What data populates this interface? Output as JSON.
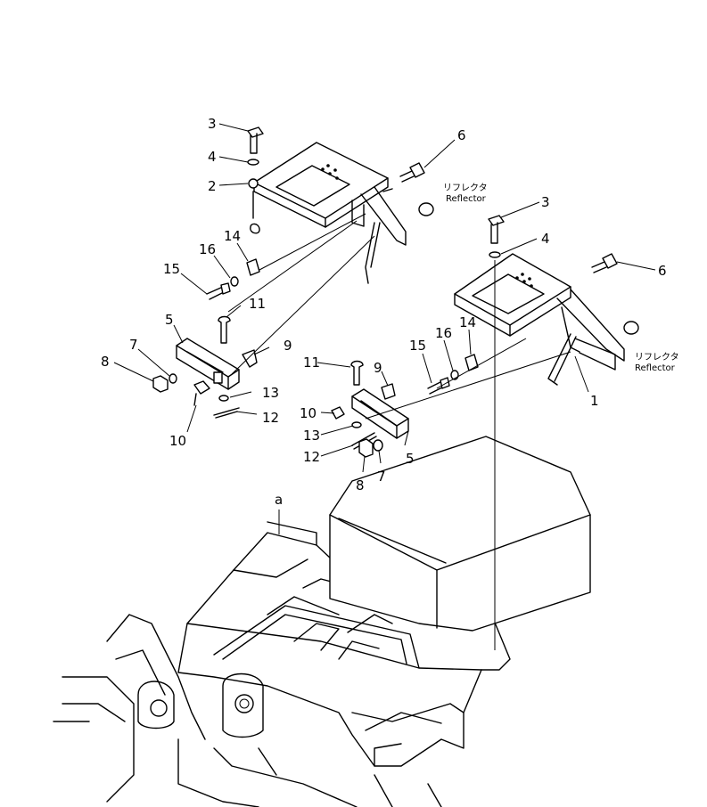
{
  "callouts": {
    "c1": "1",
    "c2": "2",
    "c3a": "3",
    "c3b": "3",
    "c4a": "4",
    "c4b": "4",
    "c5a": "5",
    "c5b": "5",
    "c6a": "6",
    "c6b": "6",
    "c7a": "7",
    "c7b": "7",
    "c8a": "8",
    "c8b": "8",
    "c9a": "9",
    "c9b": "9",
    "c10a": "10",
    "c10b": "10",
    "c11a": "11",
    "c11b": "11",
    "c12a": "12",
    "c12b": "12",
    "c13a": "13",
    "c13b": "13",
    "c14a": "14",
    "c14b": "14",
    "c15a": "15",
    "c15b": "15",
    "c16a": "16",
    "c16b": "16",
    "ref_a": "a"
  },
  "reflector_labels": {
    "left_jp": "リフレクタ",
    "left_en": "Reflector",
    "right_jp": "リフレクタ",
    "right_en": "Reflector"
  }
}
